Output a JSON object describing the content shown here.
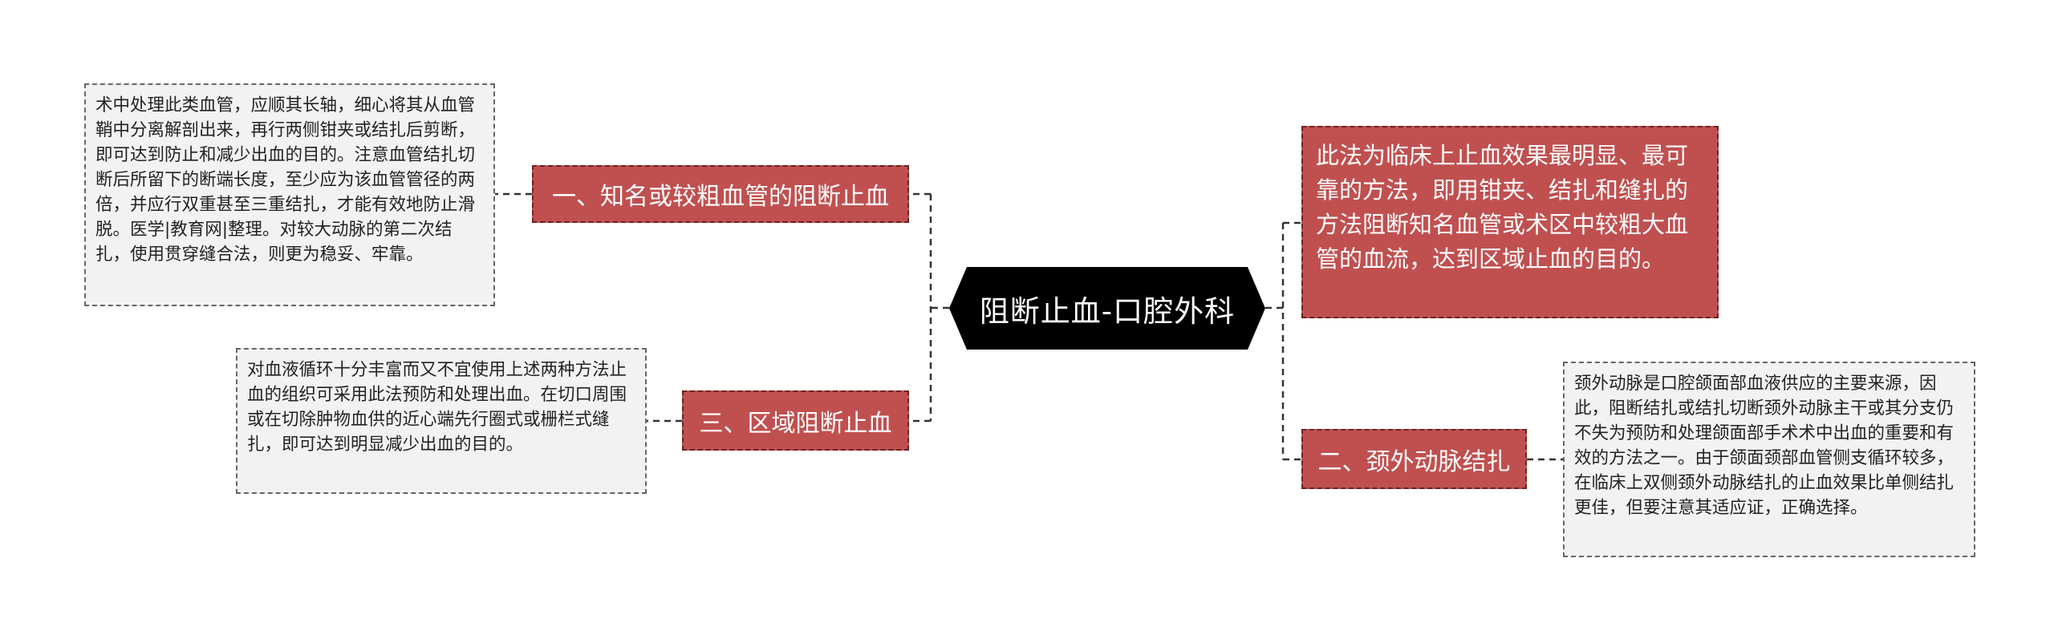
{
  "center": {
    "title": "阻断止血-口腔外科"
  },
  "branches": {
    "b1": {
      "label": "一、知名或较粗血管的阻断止血"
    },
    "b3": {
      "label": "三、区域阻断止血"
    },
    "b2": {
      "label": "二、颈外动脉结扎"
    },
    "desc": {
      "text": "此法为临床上止血效果最明显、最可靠的方法，即用钳夹、结扎和缝扎的方法阻断知名血管或术区中较粗大血管的血流，达到区域止血的目的。"
    }
  },
  "notes": {
    "n1": {
      "text": "术中处理此类血管，应顺其长轴，细心将其从血管鞘中分离解剖出来，再行两侧钳夹或结扎后剪断，即可达到防止和减少出血的目的。注意血管结扎切断后所留下的断端长度，至少应为该血管管径的两倍，并应行双重甚至三重结扎，才能有效地防止滑脱。医学|教育网|整理。对较大动脉的第二次结扎，使用贯穿缝合法，则更为稳妥、牢靠。"
    },
    "n3": {
      "text": "对血液循环十分丰富而又不宜使用上述两种方法止血的组织可采用此法预防和处理出血。在切口周围或在切除肿物血供的近心端先行圈式或栅栏式缝扎，即可达到明显减少出血的目的。"
    },
    "n2": {
      "text": "颈外动脉是口腔颌面部血液供应的主要来源，因此，阻断结扎或结扎切断颈外动脉主干或其分支仍不失为预防和处理颌面部手术术中出血的重要和有效的方法之一。由于颌面颈部血管侧支循环较多，在临床上双侧颈外动脉结扎的止血效果比单侧结扎更佳，但要注意其适应证，正确选择。"
    }
  },
  "colors": {
    "node_fill": "#c05050",
    "center_fill": "#000000",
    "note_fill": "#f2f2f2",
    "connector": "#333333"
  }
}
